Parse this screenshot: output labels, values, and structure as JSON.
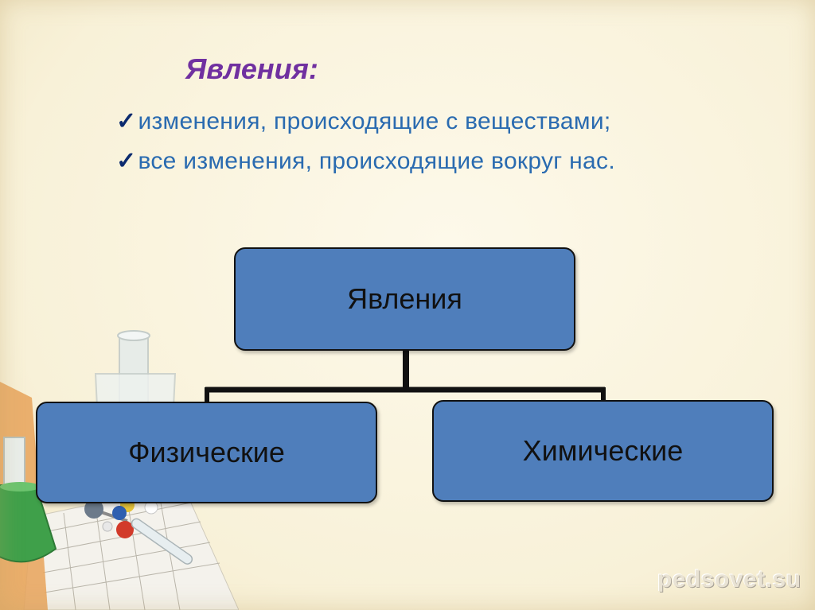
{
  "slide": {
    "title": "Явления:",
    "bullets": [
      {
        "icon": "checkmark-icon",
        "text": "изменения, происходящие с веществами;"
      },
      {
        "icon": "checkmark-icon",
        "text": "все изменения, происходящие вокруг нас."
      }
    ]
  },
  "diagram": {
    "root": "Явления",
    "children": [
      "Физические",
      "Химические"
    ]
  },
  "watermark": "pedsovet.su",
  "colors": {
    "background": "#fbf6e4",
    "title": "#7030a0",
    "bullet_text": "#2a6bb0",
    "node_fill": "#4f7ebb",
    "connector": "#111111"
  }
}
